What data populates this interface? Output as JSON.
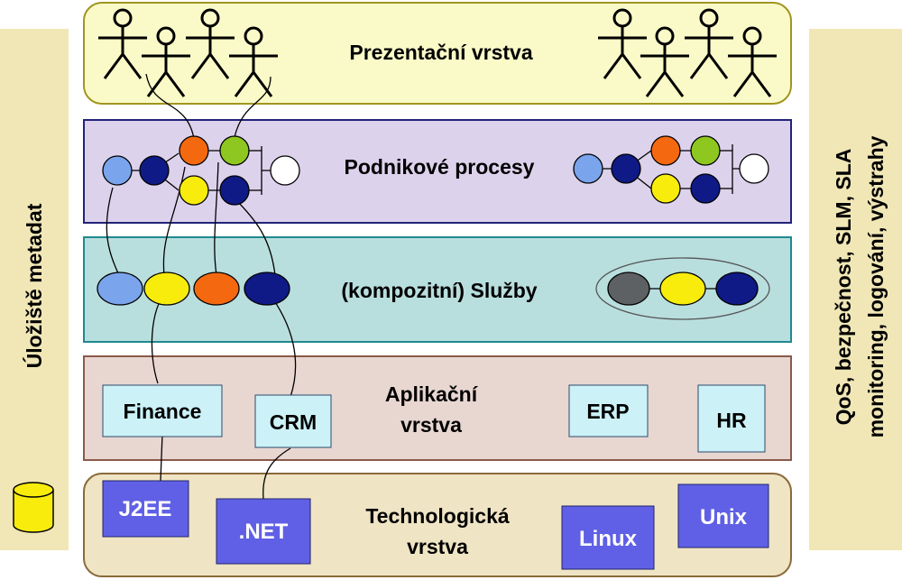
{
  "colors": {
    "side_panel": "#f1e7b6",
    "presentation_fill": "#fafac8",
    "presentation_border": "#a09520",
    "process_fill": "#ddd2ec",
    "process_border": "#22237a",
    "services_fill": "#b9dede",
    "services_border": "#1f8a8f",
    "application_fill": "#e8d6d1",
    "application_border": "#8a5a4a",
    "technology_fill": "#efe4c4",
    "technology_border": "#8a6a3a",
    "app_box_fill": "#ccf2f8",
    "tech_box_fill": "#6060e6",
    "node_light_blue": "#7aa4ec",
    "node_navy": "#0f1a86",
    "node_orange": "#f4690f",
    "node_green": "#8ec71f",
    "node_yellow": "#f8ec0c",
    "node_white": "#ffffff",
    "node_gray": "#5e6163",
    "database": "#f8ec0c"
  },
  "left_panel": {
    "label": "Úložiště metadat",
    "icon": "database-icon"
  },
  "right_panel": {
    "lines": [
      "QoS, bezpečnost, SLM, SLA",
      "monitoring, logování, výstrahy"
    ]
  },
  "layers": {
    "presentation": {
      "title": "Prezentační vrstva",
      "icon": "user-stick-figure-icon"
    },
    "process": {
      "title": "Podnikové procesy"
    },
    "services": {
      "title": "(kompozitní) Služby"
    },
    "application": {
      "title_lines": [
        "Aplikační",
        "vrstva"
      ],
      "boxes": [
        "Finance",
        "CRM",
        "ERP",
        "HR"
      ]
    },
    "technology": {
      "title_lines": [
        "Technologická",
        "vrstva"
      ],
      "boxes": [
        "J2EE",
        ".NET",
        "Linux",
        "Unix"
      ]
    }
  }
}
